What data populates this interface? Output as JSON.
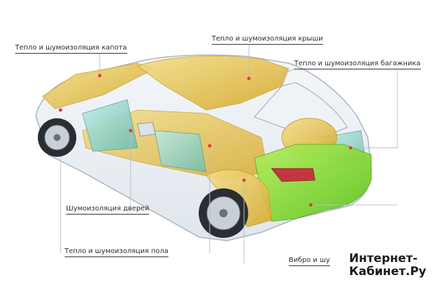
{
  "labels": {
    "hood": "Тепло и шумоизоляция капота",
    "roof": "Тепло и шумоизоляция крыши",
    "trunk": "Тепло и шумоизоляция багажника",
    "doors": "Шумоизоляция дверей",
    "floor": "Тепло и шумоизоляция пола",
    "vibro": "Вибро и шу"
  },
  "watermark": {
    "line1": "Интернет-",
    "line2": "Кабинет.Ру"
  },
  "colors": {
    "insulation_yellow": "#e6c04a",
    "insulation_teal": "#8fd1c4",
    "insulation_green": "#7fdc3a",
    "marker_red": "#e8373a",
    "car_outline": "#b8c2cc"
  }
}
